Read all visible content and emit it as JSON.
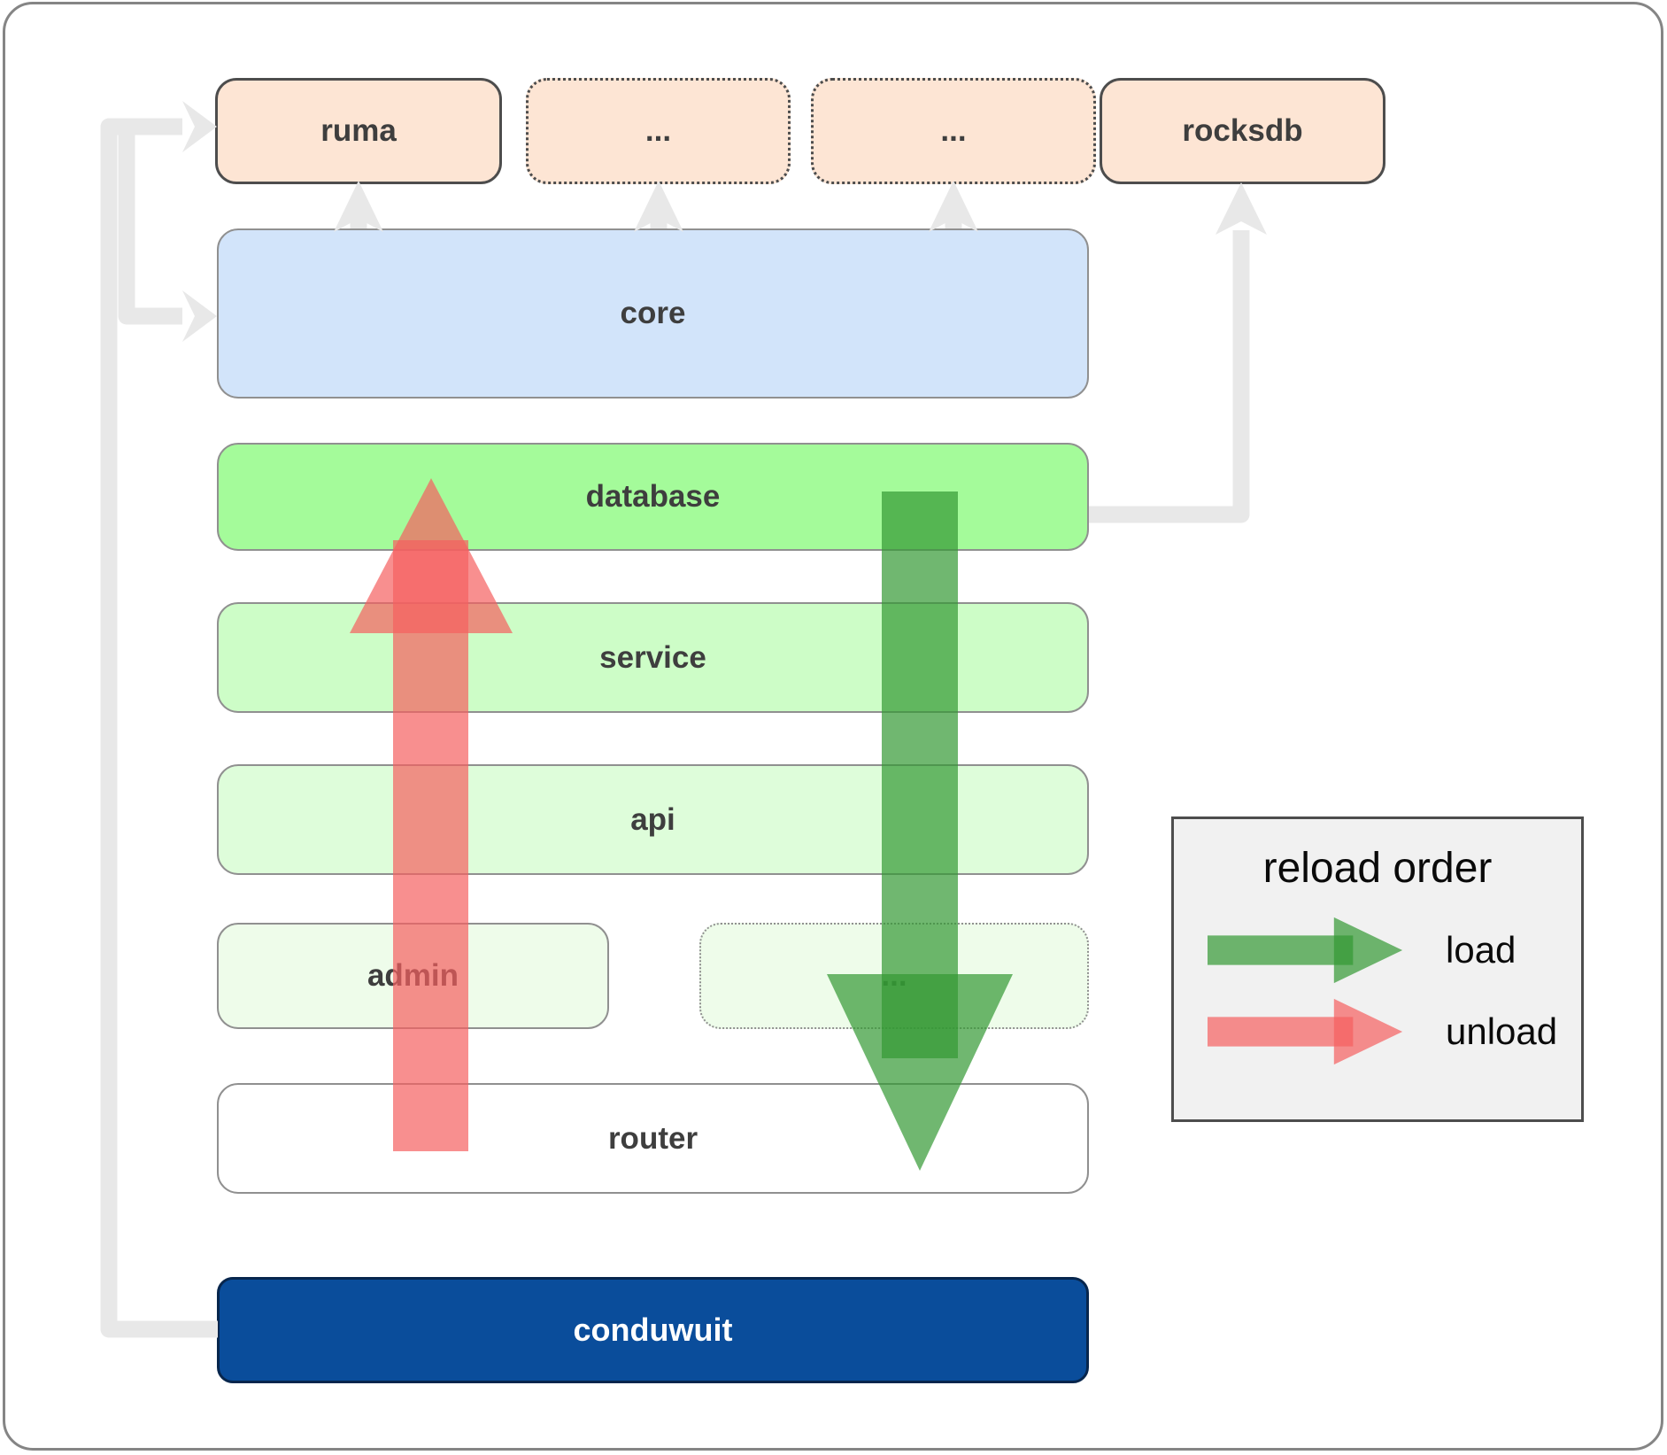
{
  "diagram": {
    "nodes": {
      "ruma": {
        "label": "ruma"
      },
      "dep_a": {
        "label": "..."
      },
      "dep_b": {
        "label": "..."
      },
      "rocksdb": {
        "label": "rocksdb"
      },
      "core": {
        "label": "core"
      },
      "database": {
        "label": "database"
      },
      "service": {
        "label": "service"
      },
      "api": {
        "label": "api"
      },
      "admin": {
        "label": "admin"
      },
      "services_more": {
        "label": "..."
      },
      "router": {
        "label": "router"
      },
      "conduwuit": {
        "label": "conduwuit"
      }
    },
    "legend": {
      "title": "reload order",
      "items": [
        {
          "label": "load",
          "color": "#339933"
        },
        {
          "label": "unload",
          "color": "#f56060"
        }
      ]
    }
  },
  "colors": {
    "peach": "#fde5d4",
    "blue": "#d2e4fa",
    "green_bright": "#a4fb9a",
    "green_light": "#cdfdc7",
    "green_lighter": "#defdda",
    "green_faint": "#eefcea",
    "navy": "#0a4d9b",
    "connector": "#e8e8e8",
    "load": "#339933",
    "unload": "#f56060",
    "border_dark": "#4d4d4d",
    "border_gray": "#909090",
    "frame_border": "#858585",
    "legend_bg": "#f1f1f1",
    "label_text": "#3e3e3e"
  }
}
